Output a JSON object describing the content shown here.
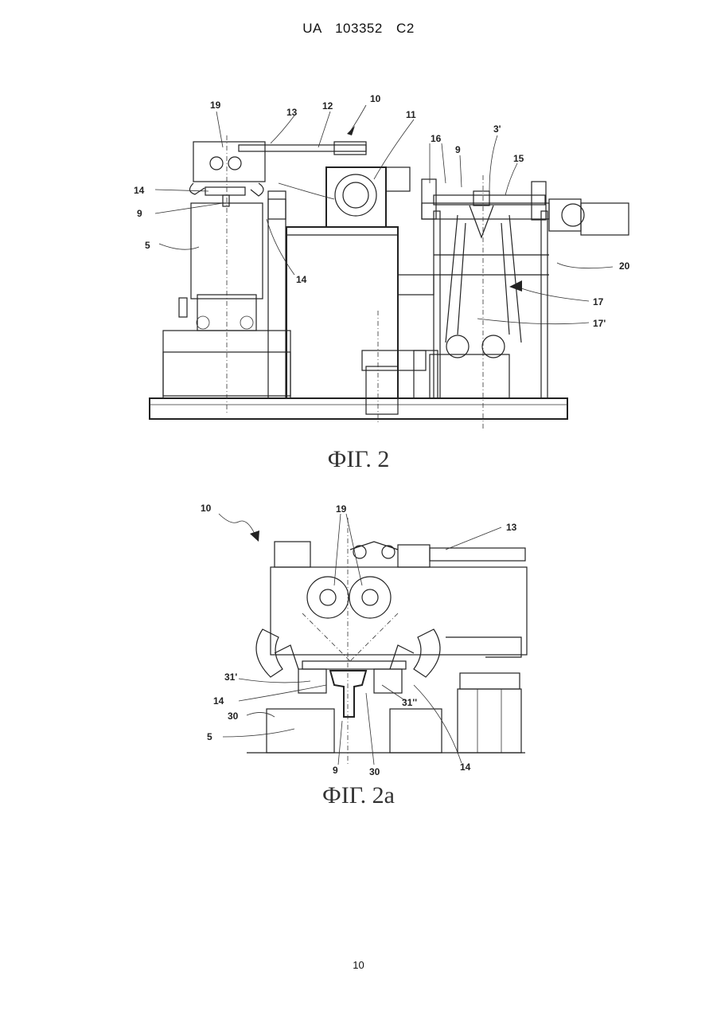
{
  "header": {
    "text": "UA   103352   C2"
  },
  "figure1": {
    "caption": "ФІГ. 2",
    "labels": {
      "l19": "19",
      "l13": "13",
      "l12": "12",
      "l10": "10",
      "l11": "11",
      "l16": "16",
      "l9b": "9",
      "l3p": "3'",
      "l15": "15",
      "l14a": "14",
      "l9a": "9",
      "l5": "5",
      "l14b": "14",
      "l20": "20",
      "l17": "17",
      "l17p": "17'"
    }
  },
  "figure2": {
    "caption": "ФІГ. 2a",
    "labels": {
      "l10": "10",
      "l19": "19",
      "l13": "13",
      "l31p": "31'",
      "l14a": "14",
      "l31pp": "31''",
      "l30a": "30",
      "l5": "5",
      "l9": "9",
      "l30b": "30",
      "l14b": "14"
    }
  },
  "footer": {
    "page_number": "10"
  }
}
